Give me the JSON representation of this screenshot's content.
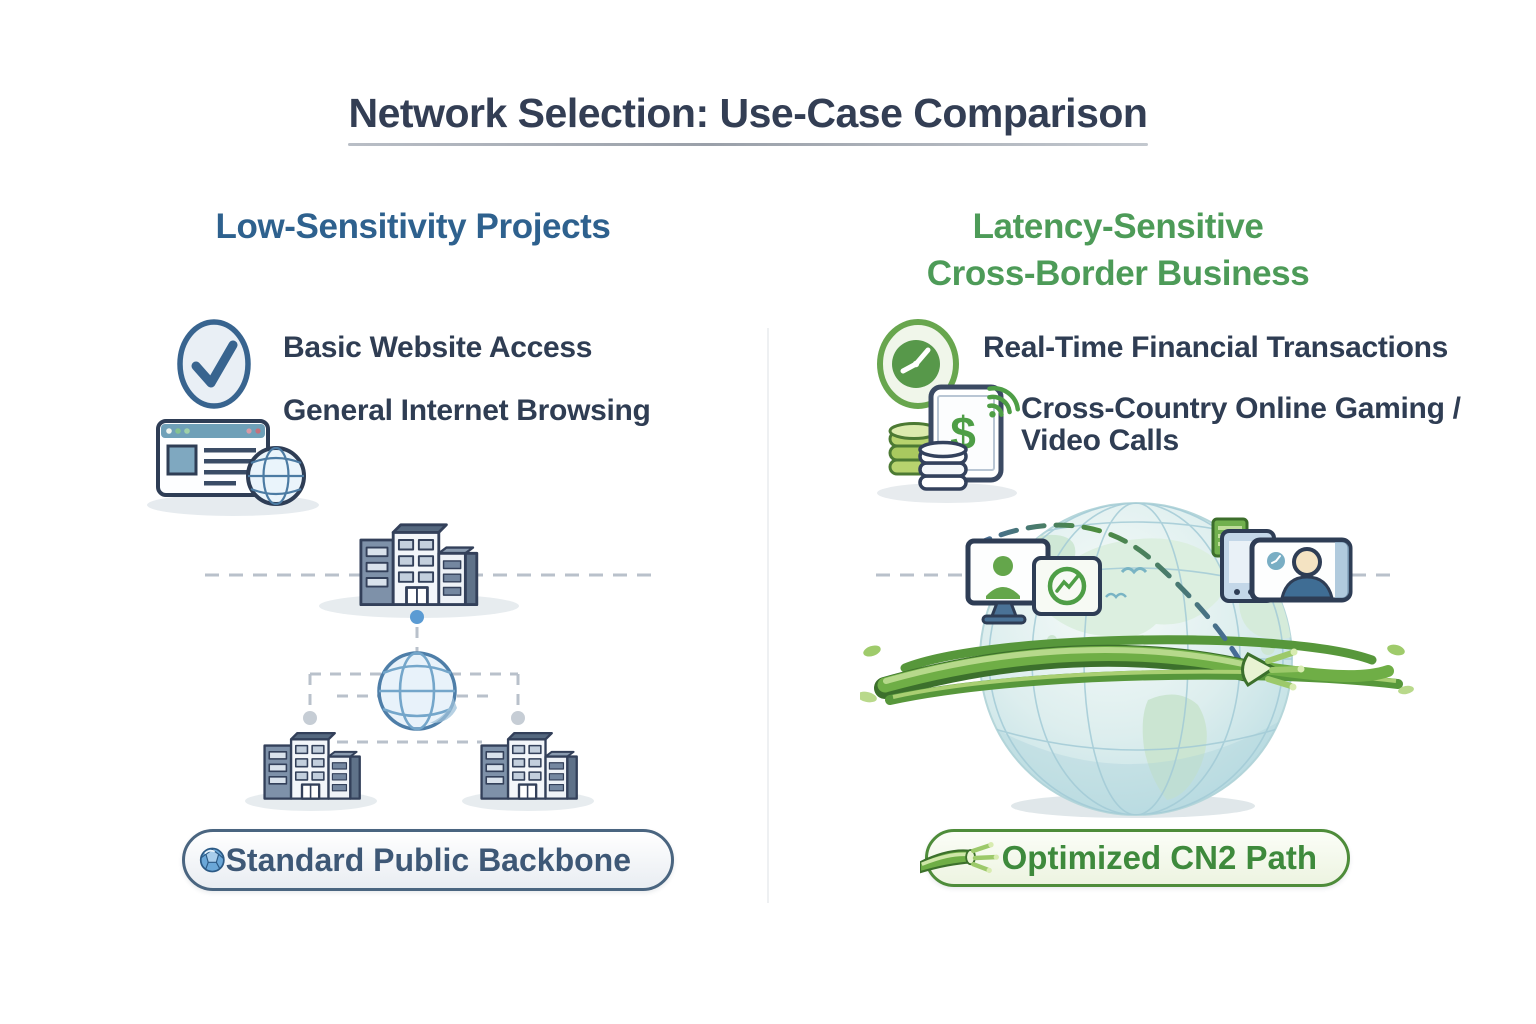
{
  "title": "Network Selection: Use-Case Comparison",
  "columns": {
    "left": {
      "heading": "Low-Sensitivity Projects",
      "features": [
        {
          "label": "Basic Website Access"
        },
        {
          "label": "General Internet Browsing"
        }
      ],
      "badge": "Standard Public Backbone"
    },
    "right": {
      "heading_line1": "Latency-Sensitive",
      "heading_line2": "Cross-Border Business",
      "features": [
        {
          "label": "Real-Time Financial Transactions"
        },
        {
          "label_line1": "Cross-Country Online Gaming /",
          "label_line2": "Video Calls"
        }
      ],
      "currency_symbol": "$",
      "badge": "Optimized CN2 Path"
    }
  },
  "colors": {
    "title_color": "#333e54",
    "body_text": "#2f3d53",
    "left_accent": "#2e618e",
    "right_accent": "#4d9b58",
    "left_badge_text": "#3e5876",
    "left_badge_border": "#4a6580",
    "right_badge_text": "#3e8a3c",
    "right_badge_border": "#4e8c3a",
    "dashed_line": "#b9c1cb",
    "underline": "#a9afb7"
  }
}
